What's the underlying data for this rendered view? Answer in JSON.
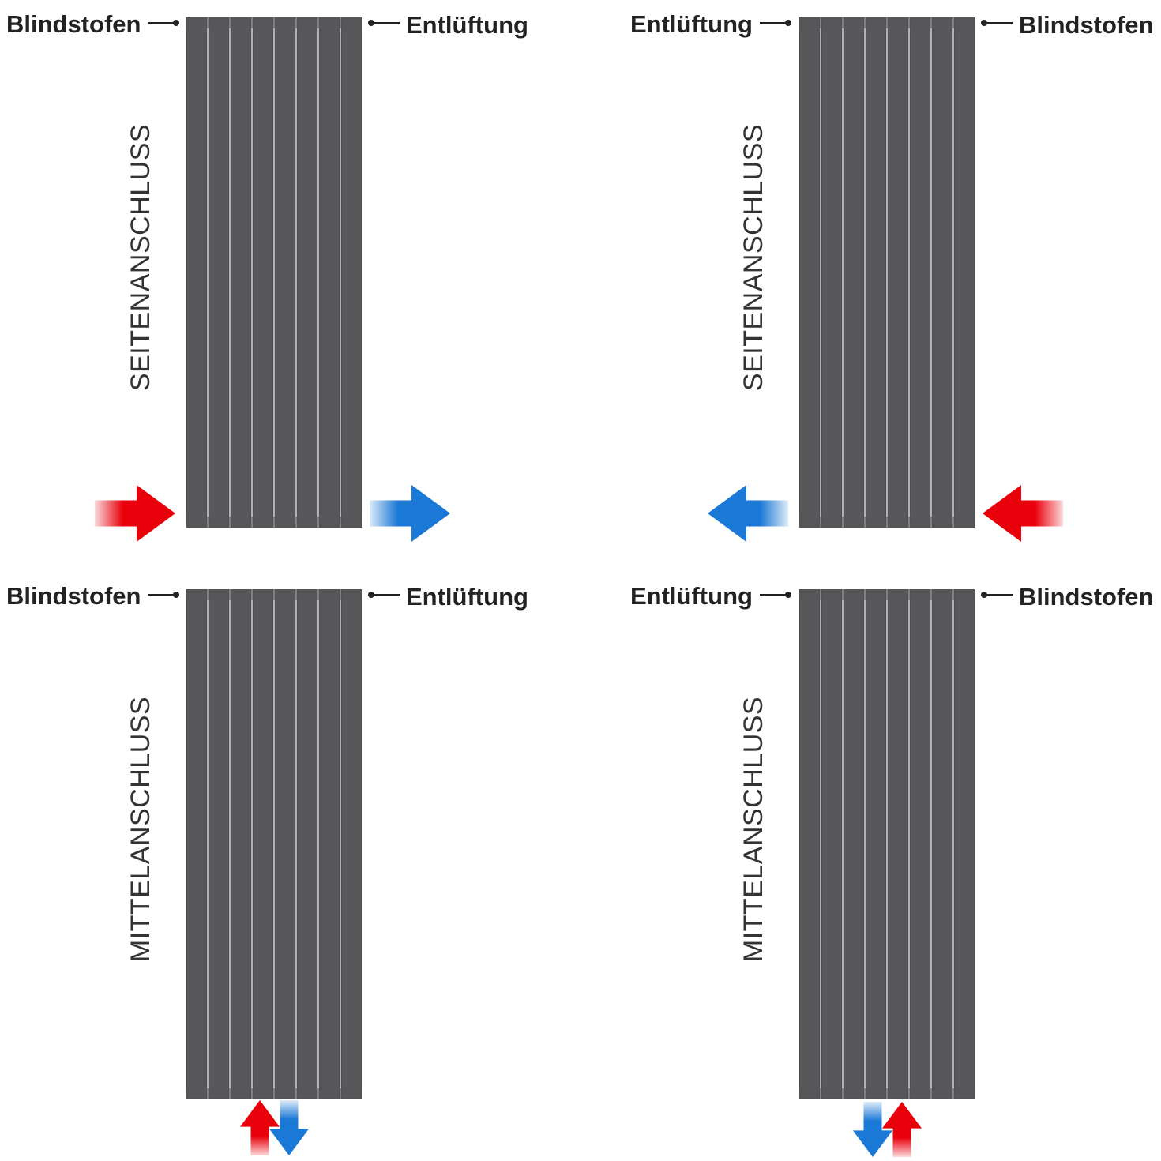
{
  "colors": {
    "panel": "#58585a",
    "panel_edge": "#3f3f41",
    "hot": "#e8000b",
    "cold": "#1a78d6",
    "leader": "#222222"
  },
  "diagrams": [
    {
      "id": "side-left",
      "left_label": "Blindstofen",
      "right_label": "Entlüftung",
      "vertical_label": "SEITENANSCHLUSS",
      "hot_arrow": {
        "icon": "arrow-right-icon"
      },
      "cold_arrow": {
        "icon": "arrow-right-icon"
      }
    },
    {
      "id": "side-right",
      "left_label": "Entlüftung",
      "right_label": "Blindstofen",
      "vertical_label": "SEITENANSCHLUSS",
      "cold_arrow": {
        "icon": "arrow-left-icon"
      },
      "hot_arrow": {
        "icon": "arrow-left-icon"
      }
    },
    {
      "id": "center-left",
      "left_label": "Blindstofen",
      "right_label": "Entlüftung",
      "vertical_label": "MITTELANSCHLUSS",
      "hot_arrow": {
        "icon": "arrow-up-icon"
      },
      "cold_arrow": {
        "icon": "arrow-down-icon"
      }
    },
    {
      "id": "center-right",
      "left_label": "Entlüftung",
      "right_label": "Blindstofen",
      "vertical_label": "MITTELANSCHLUSS",
      "cold_arrow": {
        "icon": "arrow-down-icon"
      },
      "hot_arrow": {
        "icon": "arrow-up-icon"
      }
    }
  ]
}
